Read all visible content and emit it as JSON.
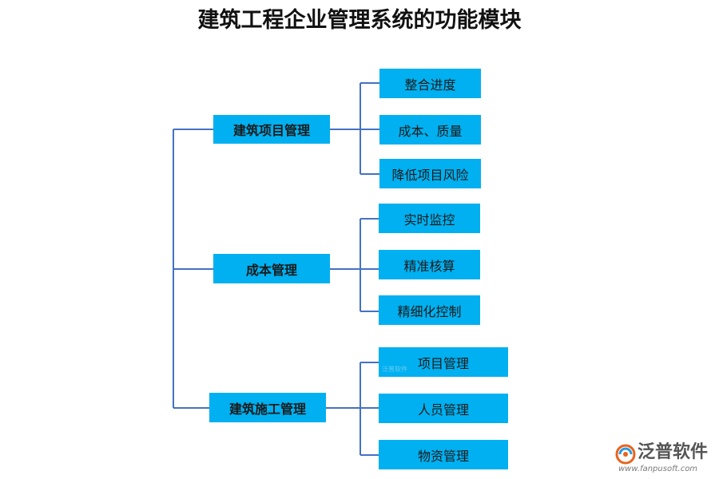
{
  "title": "建筑工程企业管理系统的功能模块",
  "colors": {
    "box": "#00b0f0",
    "line": "#4472c4"
  },
  "groups": [
    {
      "label": "建筑项目管理",
      "children": [
        "整合进度",
        "成本、质量",
        "降低项目风险"
      ]
    },
    {
      "label": "成本管理",
      "children": [
        "实时监控",
        "精准核算",
        "精细化控制"
      ]
    },
    {
      "label": "建筑施工管理",
      "children": [
        "项目管理",
        "人员管理",
        "物资管理"
      ]
    }
  ],
  "watermark": "泛普软件",
  "brand": {
    "name": "泛普软件",
    "url": "www.fanpusoft.com",
    "logo_icon": "fanpu-logo-icon"
  }
}
